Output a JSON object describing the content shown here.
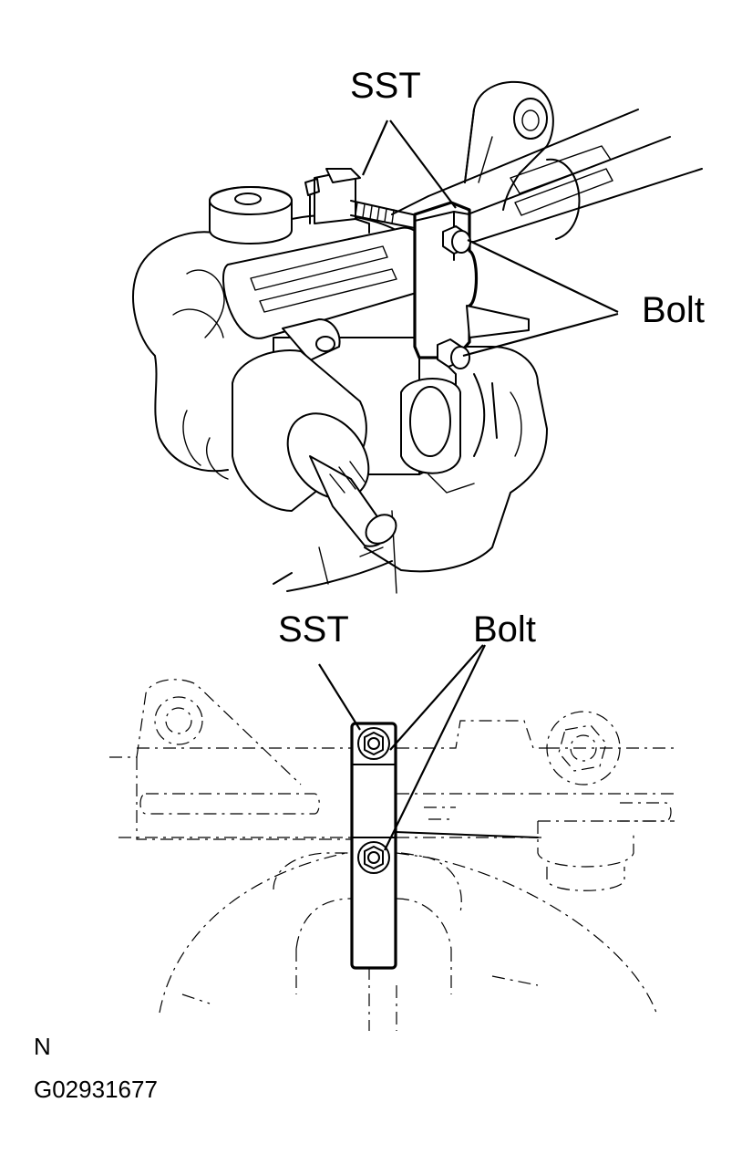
{
  "labels": {
    "top_sst": "SST",
    "top_bolt": "Bolt",
    "bottom_sst": "SST",
    "bottom_bolt": "Bolt",
    "code_letter": "N",
    "figure_id": "G02931677"
  }
}
